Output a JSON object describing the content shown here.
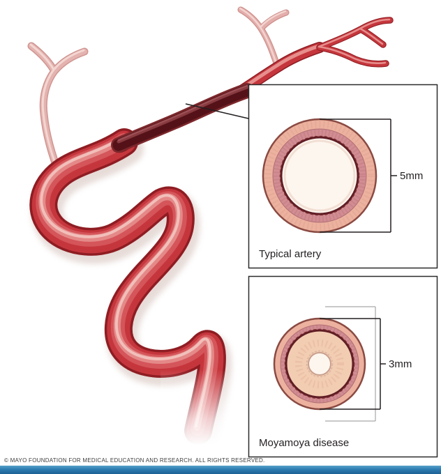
{
  "insets": {
    "typical": {
      "label": "Typical artery",
      "measurement": "5mm"
    },
    "moyamoya": {
      "label": "Moyamoya disease",
      "measurement": "3mm"
    }
  },
  "footer": {
    "copyright": "© MAYO FOUNDATION FOR MEDICAL EDUCATION AND RESEARCH. ALL RIGHTS RESERVED."
  },
  "colors": {
    "artery_red": "#c5363c",
    "artery_dark_edge": "#8e1d23",
    "artery_highlight": "#e68f8d",
    "artery_highlight_bright": "#f5c9c3",
    "pale_branch": "#e0a6a2",
    "narrowed_segment": "#541218",
    "wall_outer_salmon": "#edb29f",
    "wall_media_mauve": "#d18d92",
    "elastic_lamina_dark": "#5f1d24",
    "thickened_intima_tan": "#f2cdb2",
    "lumen": "#fdf6ef",
    "line_black": "#231f20",
    "reference_gray": "#a6a6a6",
    "footer_blue": "#2e7bb0"
  }
}
